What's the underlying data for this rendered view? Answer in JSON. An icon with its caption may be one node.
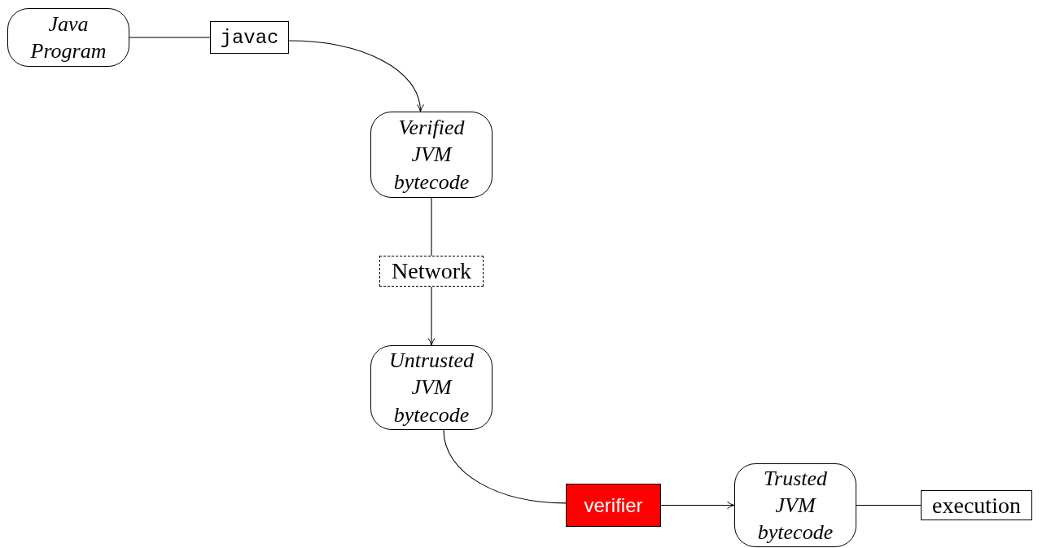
{
  "diagram": {
    "nodes": [
      {
        "text": [
          "Java Program"
        ]
      },
      {
        "text": [
          "javac"
        ]
      },
      {
        "text": [
          "Verified JVM bytecode"
        ]
      },
      {
        "text": [
          "Network"
        ]
      },
      {
        "text": [
          "Untrusted JVM bytecode"
        ]
      },
      {
        "text": [
          "verifier"
        ]
      },
      {
        "text": [
          "Trusted JVM bytecode"
        ]
      },
      {
        "text": [
          "execution"
        ]
      }
    ],
    "edges": [
      {
        "from": 0,
        "to": 1,
        "arrow": "none"
      },
      {
        "from": 1,
        "to": 2,
        "arrow": "to"
      },
      {
        "from": 2,
        "to": 3,
        "arrow": "none"
      },
      {
        "from": 3,
        "to": 4,
        "arrow": "to"
      },
      {
        "from": 4,
        "to": 5,
        "arrow": "none"
      },
      {
        "from": 5,
        "to": 6,
        "arrow": "to"
      },
      {
        "from": 6,
        "to": 7,
        "arrow": "none"
      }
    ]
  }
}
